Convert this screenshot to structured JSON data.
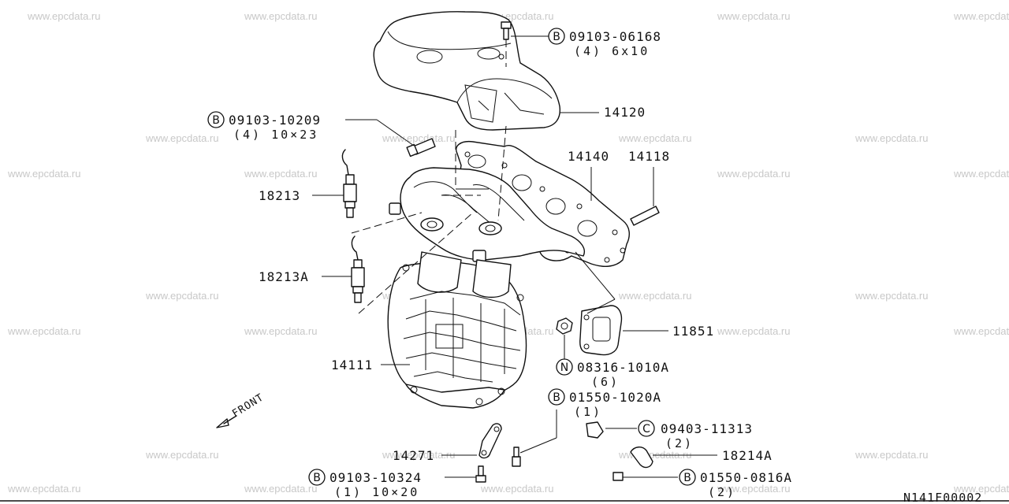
{
  "watermark": "www.epcdata.ru",
  "drawing_code": "N141F00002",
  "front_label": "FRONT",
  "callouts": {
    "bolt_top": {
      "letter": "B",
      "part": "09103-06168",
      "qty": "(4) 6x10"
    },
    "bolt_left": {
      "letter": "B",
      "part": "09103-10209",
      "qty": "(4) 10×23"
    },
    "heat_shield": {
      "part": "14120"
    },
    "gasket": {
      "part": "14140"
    },
    "stud": {
      "part": "14118"
    },
    "sensor": {
      "part": "18213"
    },
    "sensor_a": {
      "part": "18213A"
    },
    "bracket": {
      "part": "11851"
    },
    "manifold": {
      "part": "14111"
    },
    "nut": {
      "letter": "N",
      "part": "08316-1010A",
      "qty": "(6)"
    },
    "bolt_bracket": {
      "letter": "B",
      "part": "01550-1020A",
      "qty": "(1)"
    },
    "clip": {
      "letter": "C",
      "part": "09403-11313",
      "qty": "(2)"
    },
    "stay": {
      "part": "14271"
    },
    "clamp": {
      "part": "18214A"
    },
    "bolt_bottom": {
      "letter": "B",
      "part": "09103-10324",
      "qty": "(1) 10×20"
    },
    "bolt_clamp": {
      "letter": "B",
      "part": "01550-0816A",
      "qty": "(2)"
    }
  }
}
